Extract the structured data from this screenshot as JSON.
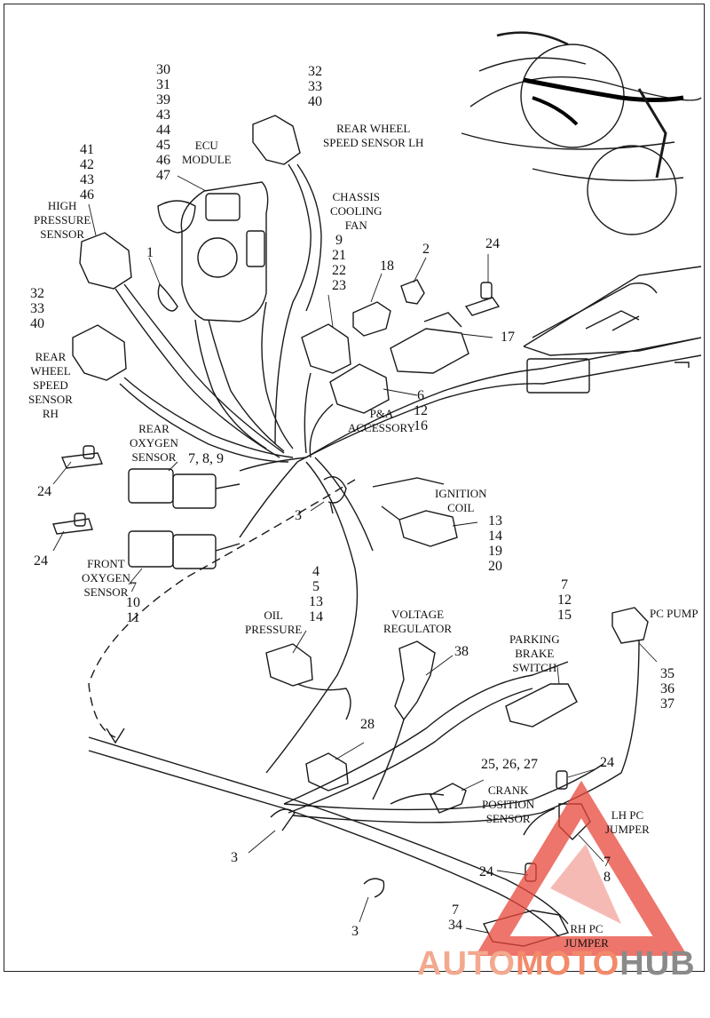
{
  "labels": {
    "ecu_module": [
      "ECU",
      "MODULE"
    ],
    "rear_wheel_speed_lh": [
      "REAR WHEEL",
      "SPEED SENSOR LH"
    ],
    "chassis_cooling_fan": [
      "CHASSIS",
      "COOLING",
      "FAN"
    ],
    "high_pressure_sensor": [
      "HIGH",
      "PRESSURE",
      "SENSOR"
    ],
    "rear_wheel_speed_rh": [
      "REAR",
      "WHEEL",
      "SPEED",
      "SENSOR",
      "RH"
    ],
    "pa_accessory": [
      "P&A",
      "ACCESSORY"
    ],
    "rear_oxygen_sensor": [
      "REAR",
      "OXYGEN",
      "SENSOR"
    ],
    "ignition_coil": [
      "IGNITION",
      "COIL"
    ],
    "front_oxygen_sensor": [
      "FRONT",
      "OXYGEN",
      "SENSOR"
    ],
    "oil_pressure": [
      "OIL",
      "PRESSURE"
    ],
    "voltage_regulator": [
      "VOLTAGE",
      "REGULATOR"
    ],
    "parking_brake_switch": [
      "PARKING",
      "BRAKE",
      "SWITCH"
    ],
    "pc_pump": [
      "PC PUMP"
    ],
    "crank_position_sensor": [
      "CRANK",
      "POSITION",
      "SENSOR"
    ],
    "lh_pc_jumper": [
      "LH PC",
      "JUMPER"
    ],
    "rh_pc_jumper": [
      "RH PC",
      "JUMPER"
    ]
  },
  "callouts": {
    "ecu_nums": [
      "30",
      "31",
      "39",
      "43",
      "44",
      "45",
      "46",
      "47"
    ],
    "rwss_lh_nums": [
      "32",
      "33",
      "40"
    ],
    "hps_nums": [
      "41",
      "42",
      "43",
      "46"
    ],
    "fan_nums": [
      "9",
      "21",
      "22",
      "23"
    ],
    "rwss_rh_nums": [
      "32",
      "33",
      "40"
    ],
    "pa_nums": [
      "6",
      "12",
      "16"
    ],
    "rear_o2_nums": [
      "7, 8, 9"
    ],
    "ign_nums": [
      "13",
      "14",
      "19",
      "20"
    ],
    "front_o2_nums": [
      "7",
      "10",
      "11"
    ],
    "oil_nums": [
      "4",
      "5",
      "13",
      "14"
    ],
    "brake_nums": [
      "7",
      "12",
      "15"
    ],
    "pump_nums": [
      "35",
      "36",
      "37"
    ],
    "crank_nums": [
      "25, 26, 27"
    ],
    "lh_jumper_nums": [
      "7",
      "8"
    ],
    "rh_jumper_nums": [
      "7",
      "34"
    ],
    "n1": "1",
    "n2": "2",
    "n3a": "3",
    "n3b": "3",
    "n3c": "3",
    "n17": "17",
    "n18": "18",
    "n24a": "24",
    "n24b": "24",
    "n24c": "24",
    "n24d": "24",
    "n24e": "24",
    "n28": "28",
    "n38": "38"
  },
  "watermark": {
    "part1": "AUTO",
    "part2": "MOTO",
    "part3": "HUB"
  },
  "colors": {
    "line": "#1a1a1a",
    "watermark_red": "#e8473a",
    "watermark_gray": "#8a8a8a"
  }
}
